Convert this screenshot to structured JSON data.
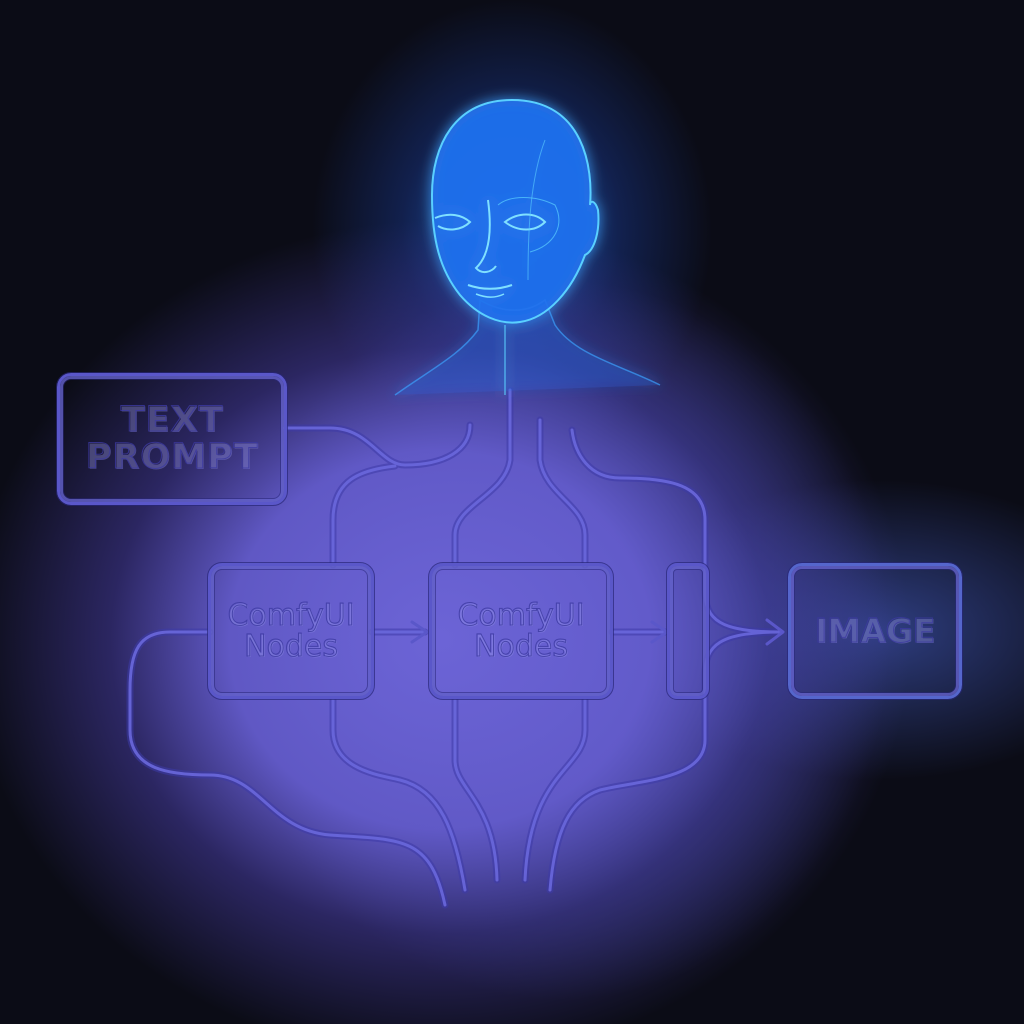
{
  "diagram": {
    "title": "",
    "figure": {
      "label": "glowing-humanoid-head",
      "color": "#2f8cff"
    },
    "nodes": [
      {
        "id": "text-prompt",
        "label": "TEXT\nPROMPT"
      },
      {
        "id": "comfyui-nodes-1",
        "label": "ComfyUI\nNodes"
      },
      {
        "id": "comfyui-nodes-2",
        "label": "ComfyUI\nNodes"
      },
      {
        "id": "small-node",
        "label": ""
      },
      {
        "id": "image",
        "label": "IMAGE"
      }
    ],
    "edges": [
      {
        "from": "text-prompt",
        "to": "comfyui-nodes-1"
      },
      {
        "from": "comfyui-nodes-1",
        "to": "comfyui-nodes-2"
      },
      {
        "from": "comfyui-nodes-2",
        "to": "small-node"
      },
      {
        "from": "small-node",
        "to": "image"
      }
    ],
    "colors": {
      "background": "#0b0c16",
      "glow": "#6c64d6",
      "line": "#5a57c9",
      "figure": "#2f8cff"
    }
  }
}
